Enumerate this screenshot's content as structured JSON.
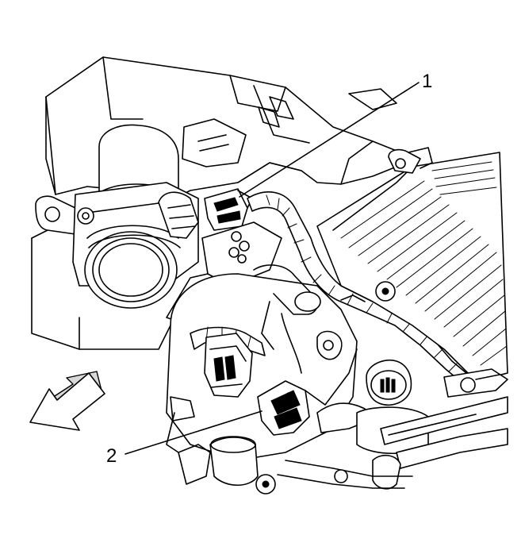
{
  "callouts": [
    {
      "id": "1",
      "label": "1"
    },
    {
      "id": "2",
      "label": "2"
    }
  ],
  "colors": {
    "line": "#000000",
    "background": "#ffffff",
    "shade": "#d8d8d8"
  },
  "icons": [
    "direction-arrow-icon"
  ]
}
